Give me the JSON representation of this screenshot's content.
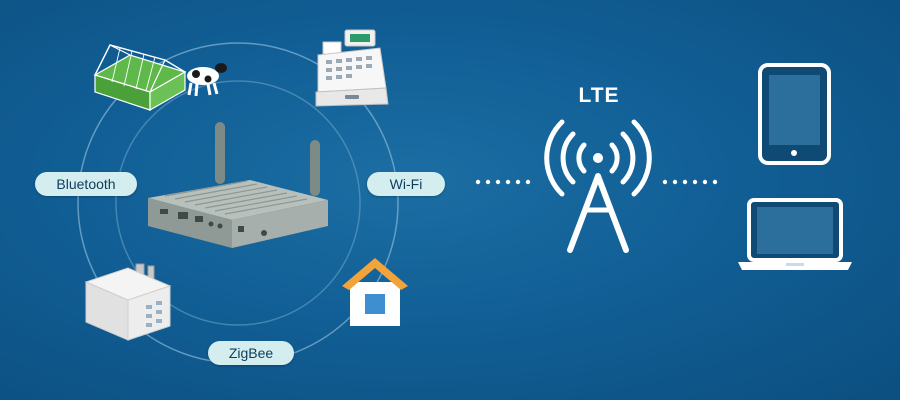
{
  "diagram": {
    "protocols": {
      "bluetooth": "Bluetooth",
      "wifi": "Wi-Fi",
      "zigbee": "ZigBee"
    },
    "uplink": "LTE",
    "icons": [
      "greenhouse-with-cow-icon",
      "cash-register-icon",
      "gateway-router-icon",
      "sensor-module-icon",
      "house-icon",
      "cell-tower-icon",
      "tablet-icon",
      "laptop-icon"
    ],
    "colors": {
      "background": "#115f96",
      "pill": "#d4eef0",
      "icon_stroke": "#ffffff"
    }
  }
}
